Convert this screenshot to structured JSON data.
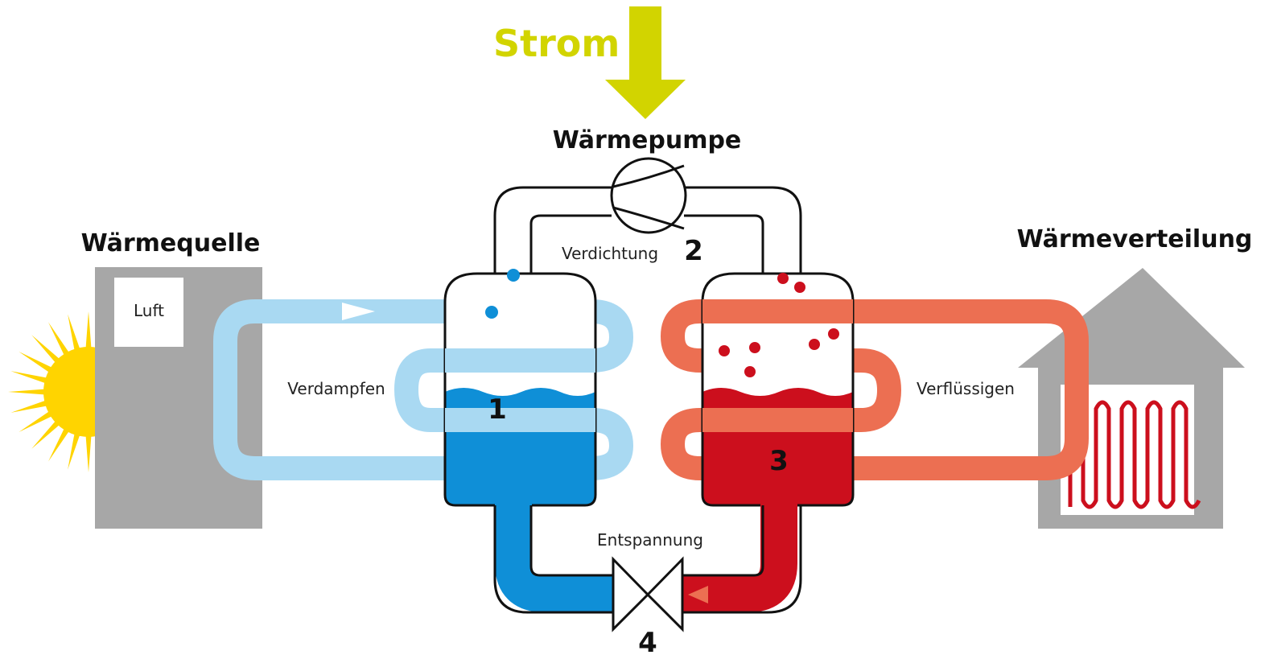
{
  "labels": {
    "strom": "Strom",
    "waermepumpe": "Wärmepumpe",
    "waermequelle": "Wärmequelle",
    "waermeverteilung": "Wärmeverteilung",
    "luft": "Luft",
    "verdichtung": "Verdichtung",
    "verdampfen": "Verdampfen",
    "verfluessigen": "Verflüssigen",
    "entspannung": "Entspannung"
  },
  "steps": {
    "evaporator": "1",
    "compressor": "2",
    "condenser": "3",
    "expansion": "4"
  },
  "colors": {
    "strom": "#d2d400",
    "cold_pipe": "#a9d9f2",
    "cold_liquid": "#0f8fd7",
    "hot_pipe": "#ec6f52",
    "hot_liquid": "#cc0f1d",
    "gray": "#a7a7a7",
    "sun": "#ffd400"
  },
  "icons": [
    "sun-icon",
    "house-icon",
    "radiator-icon",
    "compressor-icon",
    "expansion-valve-icon",
    "down-arrow-icon"
  ]
}
